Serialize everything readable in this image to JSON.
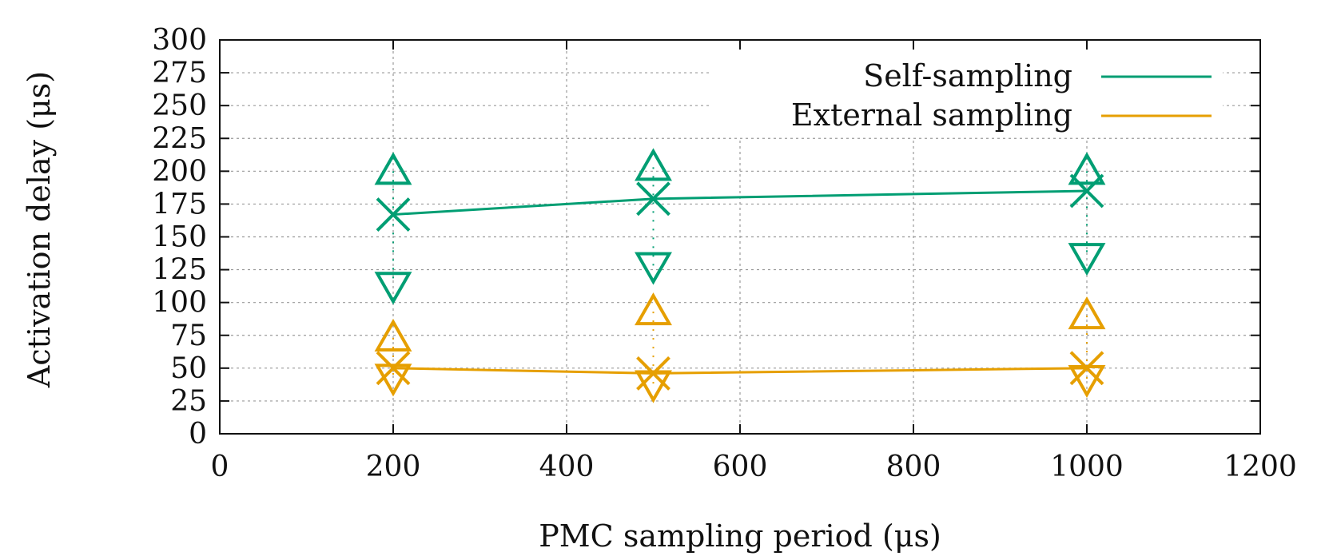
{
  "chart_data": {
    "type": "line",
    "xlabel": "PMC sampling period (μs)",
    "ylabel": "Activation delay (μs)",
    "xlim": [
      0,
      1200
    ],
    "ylim": [
      0,
      300
    ],
    "x_ticks": [
      0,
      200,
      400,
      600,
      800,
      1000,
      1200
    ],
    "y_ticks": [
      0,
      25,
      50,
      75,
      100,
      125,
      150,
      175,
      200,
      225,
      250,
      275,
      300
    ],
    "grid": true,
    "legend_position": "top-right",
    "series": [
      {
        "name": "Self-sampling",
        "color": "#009e73",
        "x": [
          200,
          500,
          1000
        ],
        "mean": [
          167,
          179,
          185
        ],
        "max": [
          200,
          203,
          200
        ],
        "min": [
          113,
          128,
          135
        ]
      },
      {
        "name": "External sampling",
        "color": "#e69f00",
        "x": [
          200,
          500,
          1000
        ],
        "mean": [
          50,
          46,
          50
        ],
        "max": [
          73,
          93,
          90
        ],
        "min": [
          43,
          38,
          42
        ]
      }
    ]
  }
}
